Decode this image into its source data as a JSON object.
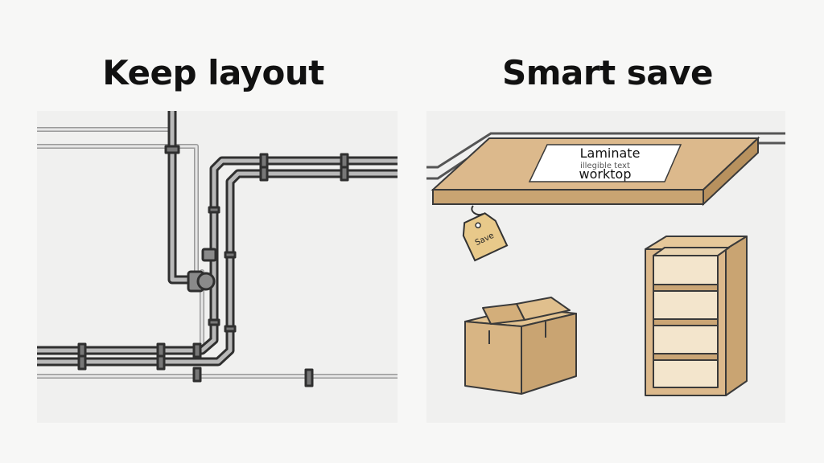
{
  "headings": {
    "left": "Keep layout",
    "right": "Smart save"
  },
  "left_panel": {
    "icon": "pipe-network"
  },
  "right_panel": {
    "sign": {
      "line1": "Laminate",
      "line2": "illegible text",
      "line3": "worktop"
    },
    "tag_text": "Save",
    "icons": [
      "laminate-worktop",
      "price-tag",
      "cardboard-box",
      "wooden-cabinet"
    ]
  },
  "colors": {
    "pipe_dark": "#4a4a4a",
    "pipe_light": "#c8c8c8",
    "wood": "#dcb98c",
    "wood_dark": "#b8915e",
    "cardboard": "#d8b584",
    "outline": "#3a3a3a"
  }
}
